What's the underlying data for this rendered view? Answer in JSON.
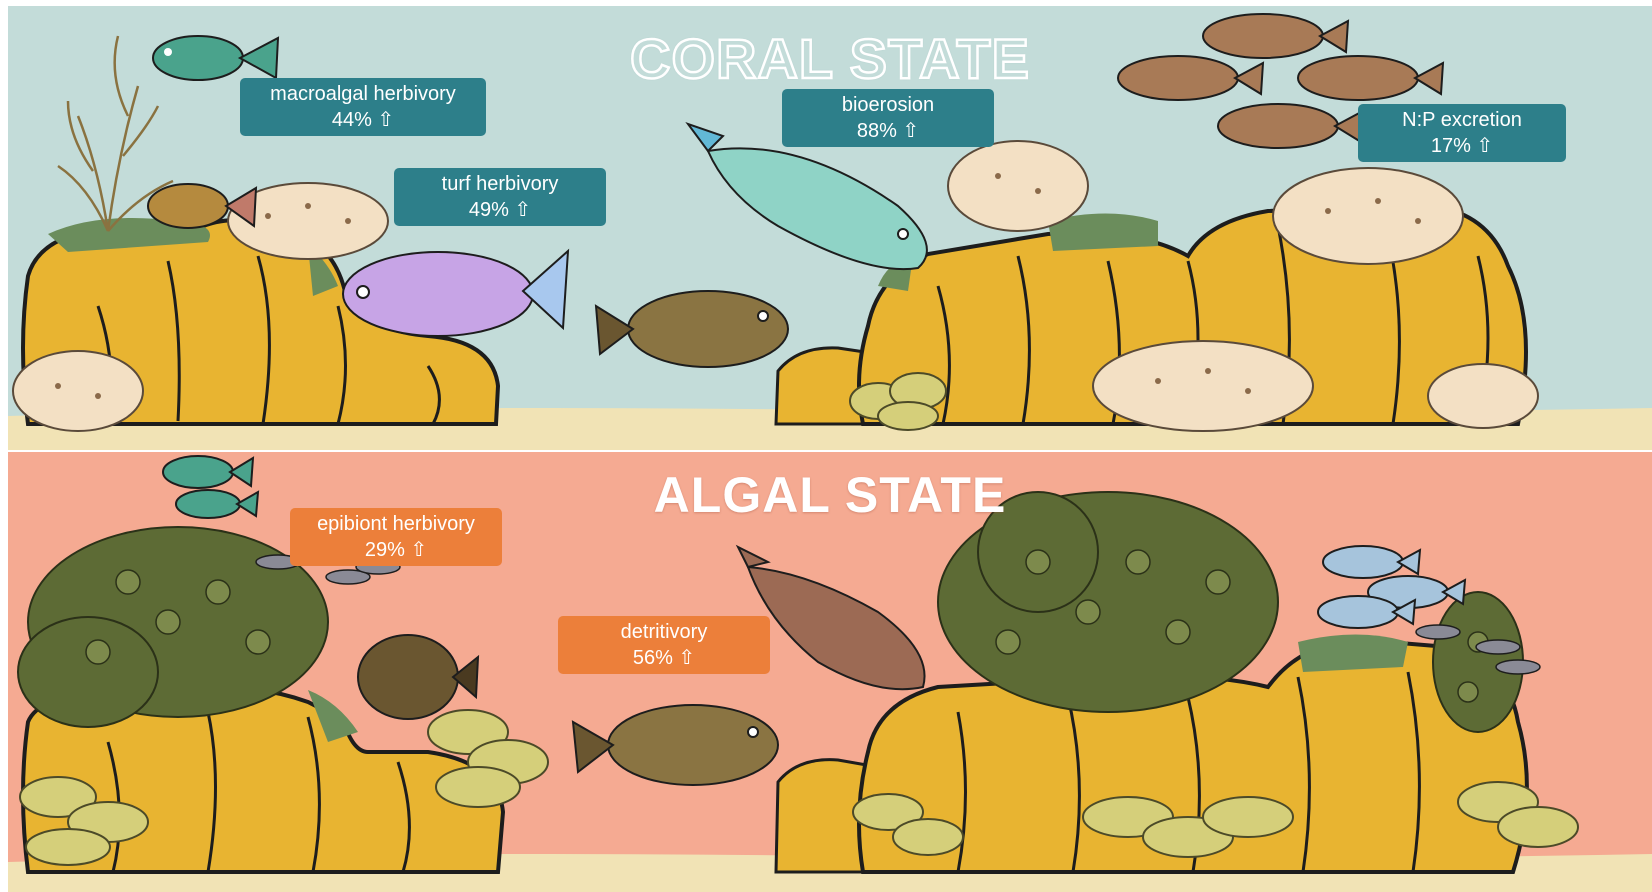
{
  "coral_state": {
    "title": "CORAL STATE",
    "functions": [
      {
        "label": "macroalgal herbivory",
        "value": "44% ⇧"
      },
      {
        "label": "turf herbivory",
        "value": "49% ⇧"
      },
      {
        "label": "bioerosion",
        "value": "88% ⇧"
      },
      {
        "label": "N:P excretion",
        "value": "17% ⇧"
      }
    ]
  },
  "algal_state": {
    "title": "ALGAL STATE",
    "functions": [
      {
        "label": "epibiont herbivory",
        "value": "29% ⇧"
      },
      {
        "label": "detritivory",
        "value": "56% ⇧"
      }
    ]
  },
  "colors": {
    "coral_water": "#c3dcd9",
    "algal_water": "#f5aa92",
    "coral_tag": "#2d7f8a",
    "algal_tag": "#ec7f3a",
    "reef_rock": "#e8b431",
    "sand": "#f1e3b5"
  },
  "icons": [
    "parrotfish-icon",
    "surgeonfish-icon",
    "branching-coral-icon",
    "brain-coral-icon",
    "seaweed-icon",
    "algal-turf-icon",
    "lettuce-coral-icon"
  ]
}
